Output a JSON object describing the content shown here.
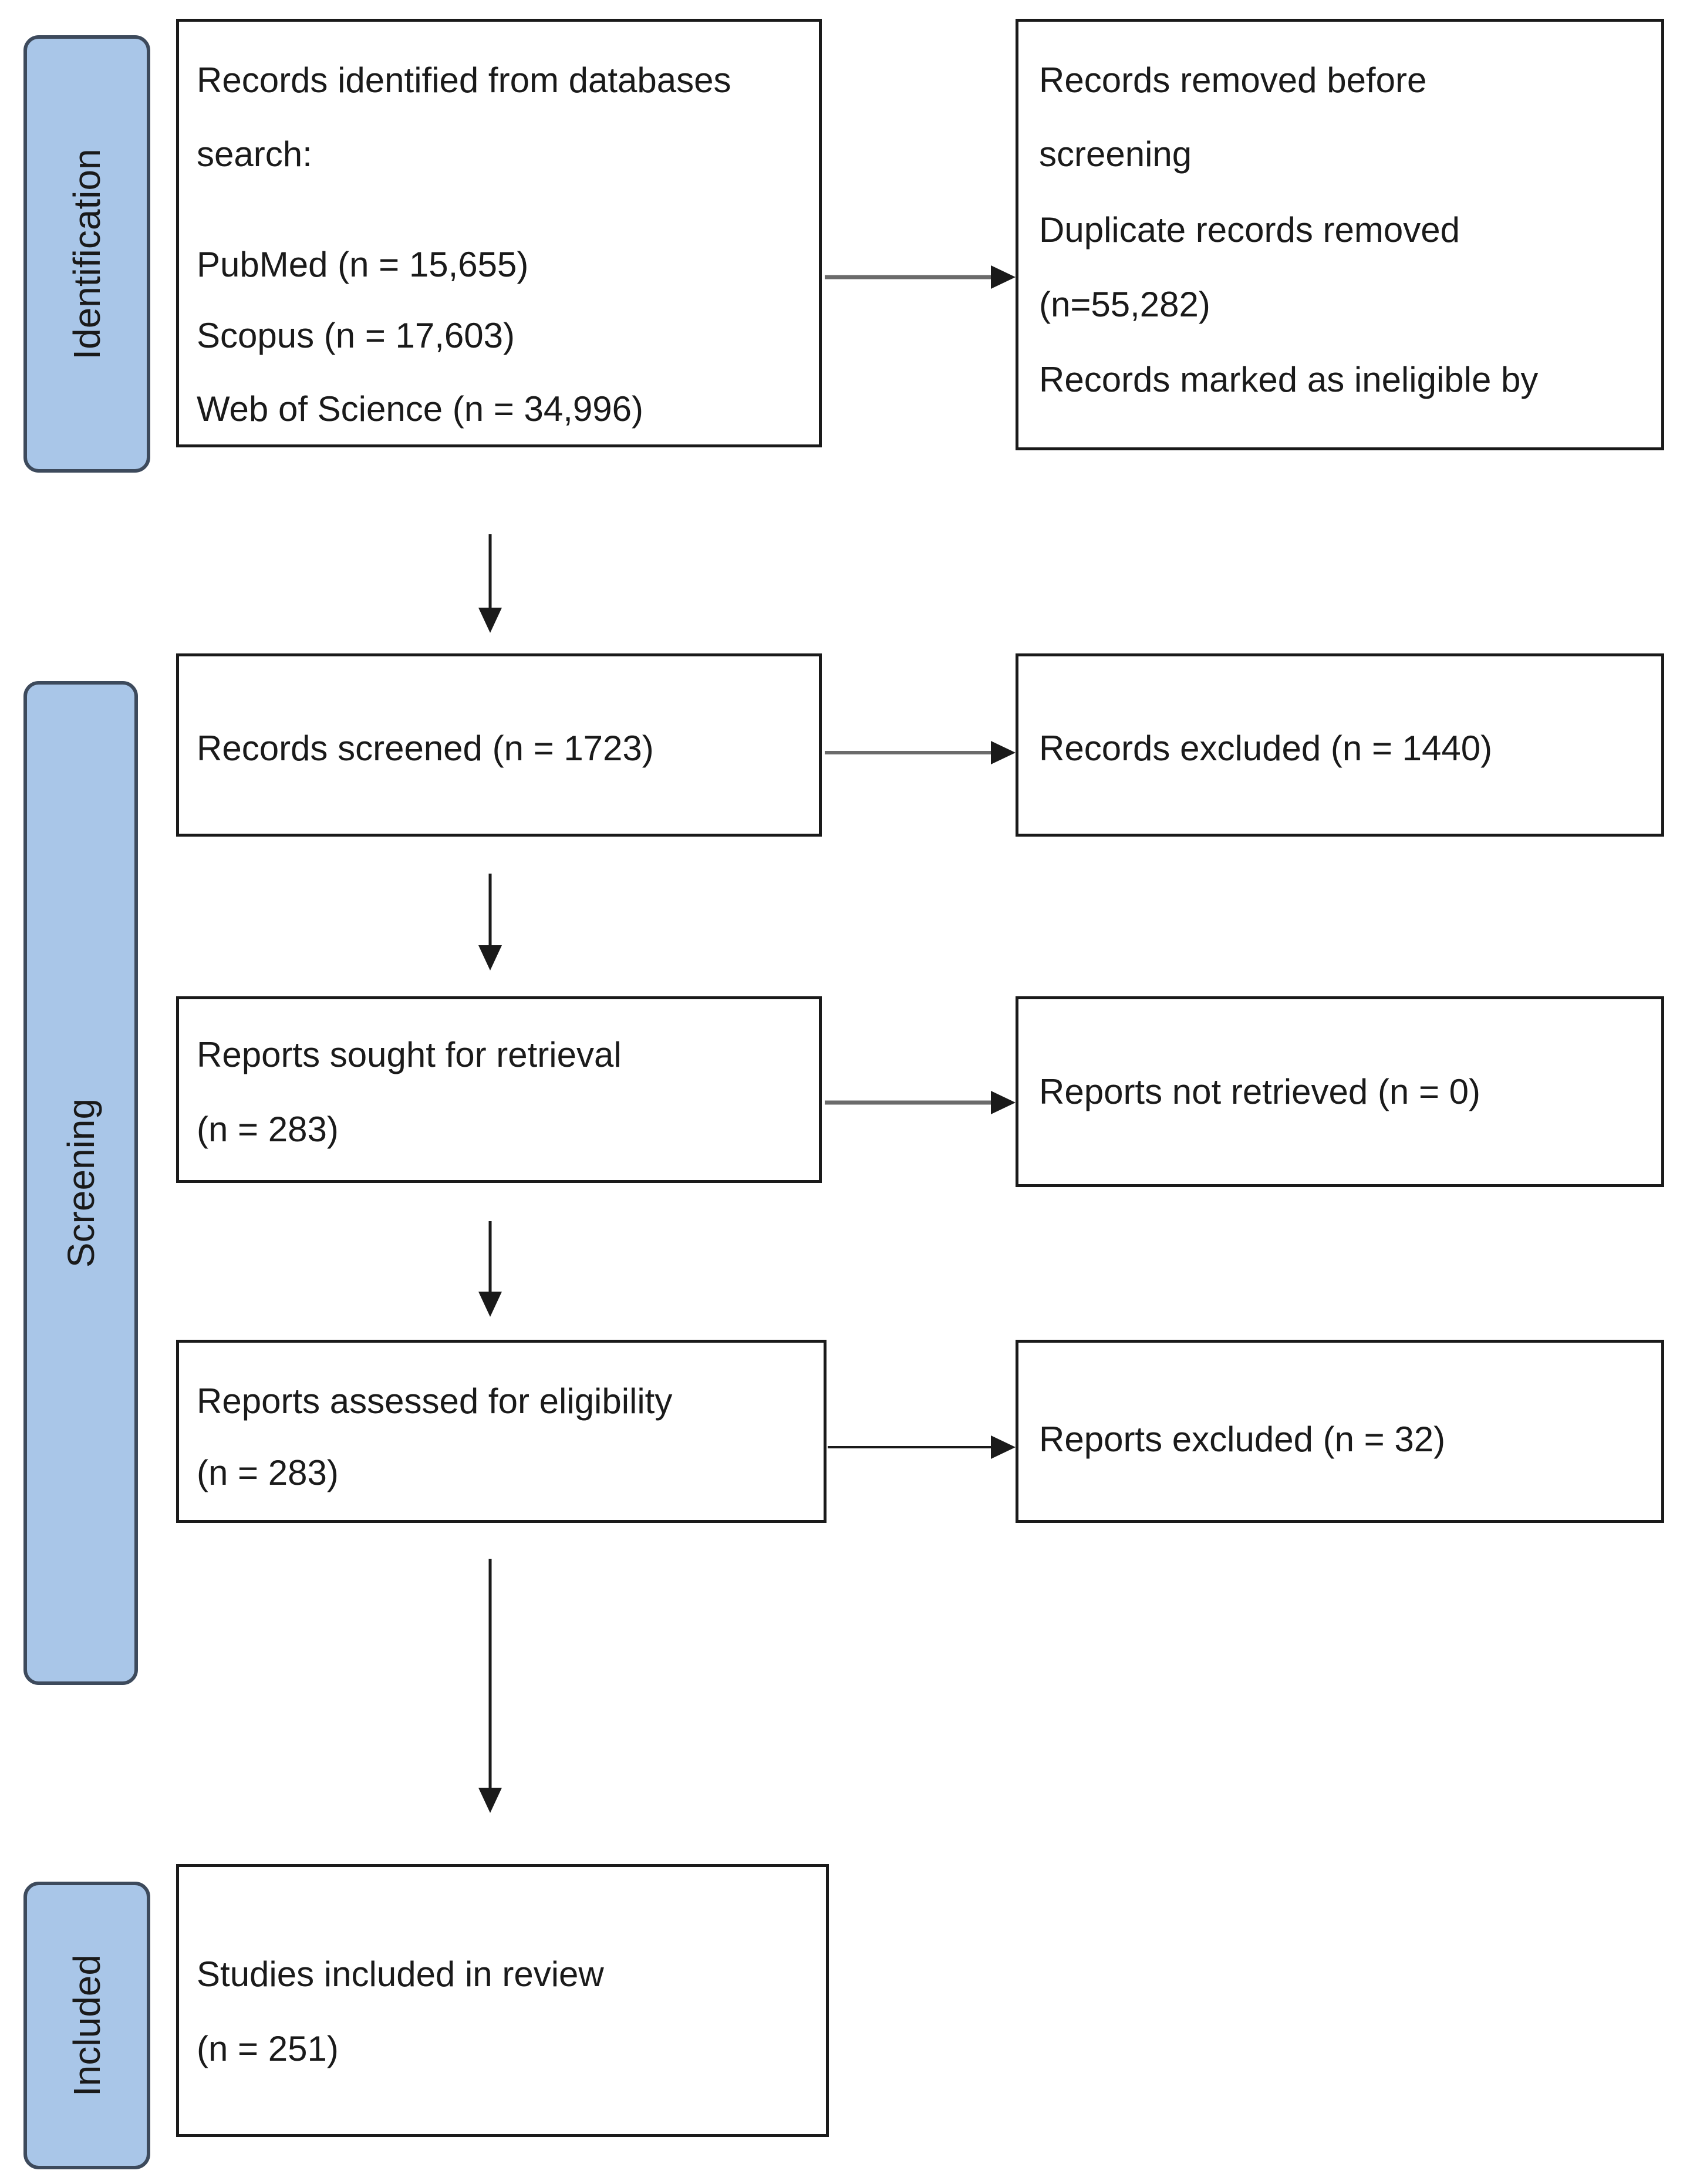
{
  "phases": {
    "identification": "Identification",
    "screening": "Screening",
    "included": "Included"
  },
  "boxes": {
    "identified": {
      "lines": [
        "Records identified from databases",
        "search:",
        "PubMed (n = 15,655)",
        "Scopus (n = 17,603)",
        "Web of Science (n = 34,996)"
      ]
    },
    "removed": {
      "lines": [
        "Records removed before",
        "screening",
        "Duplicate records removed",
        "(n=55,282)",
        "Records marked as ineligible by"
      ]
    },
    "screened": {
      "lines": [
        "Records screened (n = 1723)"
      ]
    },
    "excluded": {
      "lines": [
        "Records excluded (n = 1440)"
      ]
    },
    "sought": {
      "lines": [
        "Reports sought for retrieval",
        "(n = 283)"
      ]
    },
    "not_retrieved": {
      "lines": [
        "Reports not retrieved (n = 0)"
      ]
    },
    "assessed": {
      "lines": [
        "Reports assessed for eligibility",
        "(n = 283)"
      ]
    },
    "reports_excluded": {
      "lines": [
        "Reports excluded (n = 32)"
      ]
    },
    "included": {
      "lines": [
        "Studies included in review",
        "(n = 251)"
      ]
    }
  },
  "colors": {
    "phase_fill": "#a9c6e8",
    "phase_border": "#3d4a5c",
    "box_border": "#1a1a1a",
    "arrow": "#1a1a1a"
  }
}
